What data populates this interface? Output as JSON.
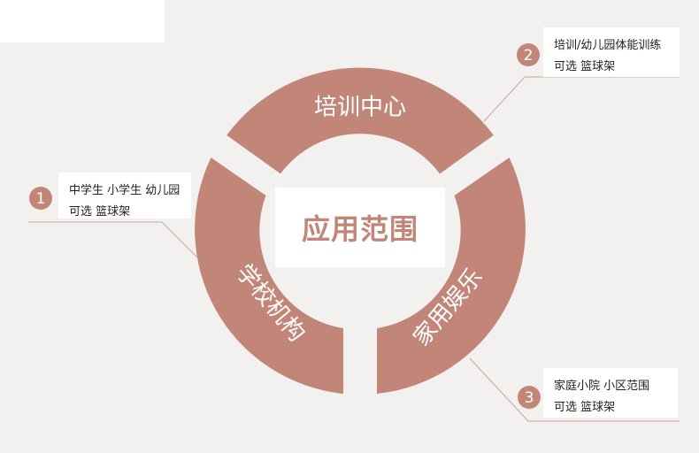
{
  "center_title": "应用范围",
  "colors": {
    "segment": "#c28679",
    "background": "#f3f1f0",
    "leader": "#c7a59c"
  },
  "segments": [
    {
      "label": "培训中心"
    },
    {
      "label": "学校机构"
    },
    {
      "label": "家用娱乐"
    }
  ],
  "callouts": [
    {
      "number": "1",
      "line1": "中学生 小学生 幼儿园",
      "line2": "可选 篮球架"
    },
    {
      "number": "2",
      "line1": "培训/幼儿园体能训练",
      "line2": "可选 篮球架"
    },
    {
      "number": "3",
      "line1": "家庭小院 小区范围",
      "line2": "可选 篮球架"
    }
  ]
}
